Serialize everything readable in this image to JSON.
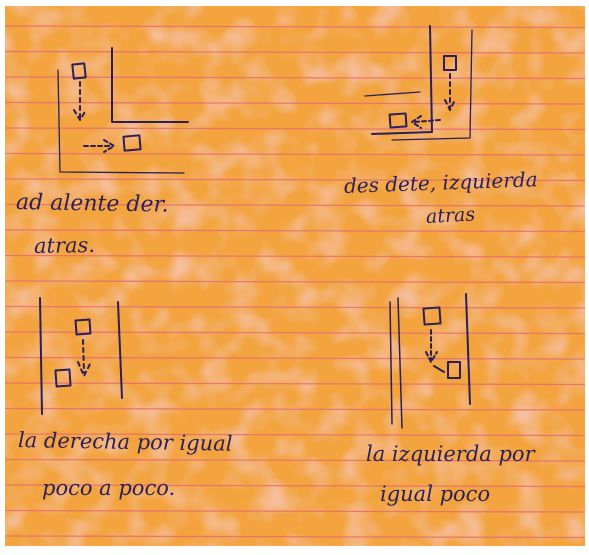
{
  "colors": {
    "paper": "#f3a43f",
    "paper_light": "#f7b24f",
    "blotch": "#ee8a66",
    "ruling": "#e56f6f",
    "ink": "#2a1f5a",
    "margin": "#ffffff"
  },
  "notes": {
    "top_left_line1": "ad alente der.",
    "top_left_line2": "atras.",
    "top_right_line1": "des dete, izquierda",
    "top_right_line2": "atras",
    "bottom_left_line1": "la derecha por igual",
    "bottom_left_line2": "poco a poco.",
    "bottom_right_line1": "la izquierda por",
    "bottom_right_line2": "igual poco"
  }
}
